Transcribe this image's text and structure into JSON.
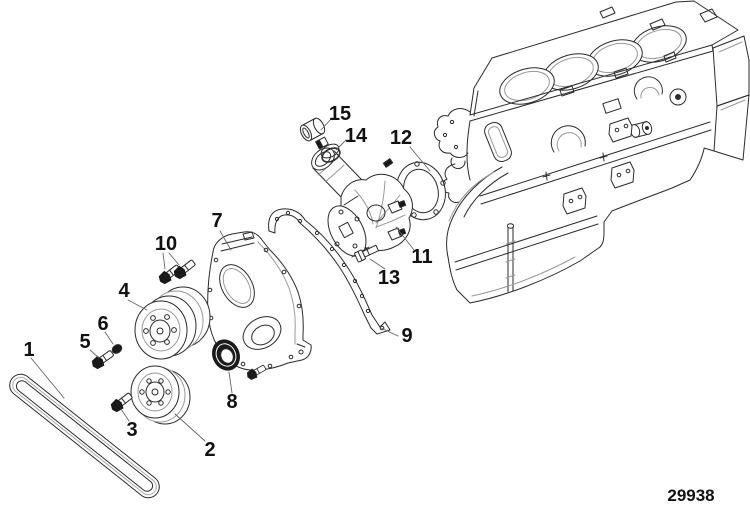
{
  "figure": {
    "background": "#ffffff",
    "line_color": "#2b2b2b",
    "shade_color": "#999999",
    "label_color": "#111111",
    "drawing_number": "29938",
    "callouts": [
      {
        "label": "1"
      },
      {
        "label": "2"
      },
      {
        "label": "3"
      },
      {
        "label": "4"
      },
      {
        "label": "5"
      },
      {
        "label": "6"
      },
      {
        "label": "7"
      },
      {
        "label": "8"
      },
      {
        "label": "9"
      },
      {
        "label": "10"
      },
      {
        "label": "11"
      },
      {
        "label": "12"
      },
      {
        "label": "13"
      },
      {
        "label": "14"
      },
      {
        "label": "15"
      }
    ]
  }
}
